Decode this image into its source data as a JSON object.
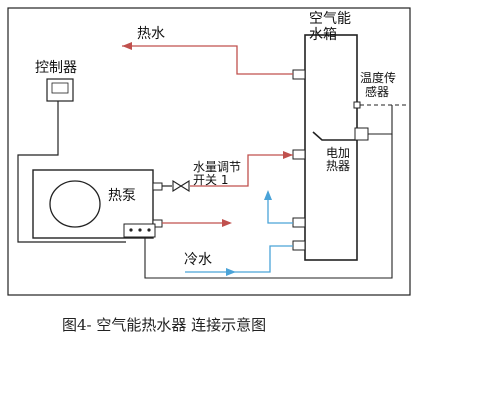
{
  "labels": {
    "tank_line1": "空气能",
    "tank_line2": "水箱",
    "hot_water": "热水",
    "controller": "控制器",
    "temp_sensor_line1": "温度传",
    "temp_sensor_line2": "感器",
    "electric_heater_line1": "电加",
    "electric_heater_line2": "热器",
    "heat_pump": "热泵",
    "valve_line1": "水量调节",
    "valve_line2": "开关 1",
    "cold_water": "冷水"
  },
  "caption": "图4- 空气能热水器 连接示意图",
  "colors": {
    "hot_pipe": "#c0504d",
    "cold_pipe": "#4aa3d8",
    "line": "#222222"
  }
}
